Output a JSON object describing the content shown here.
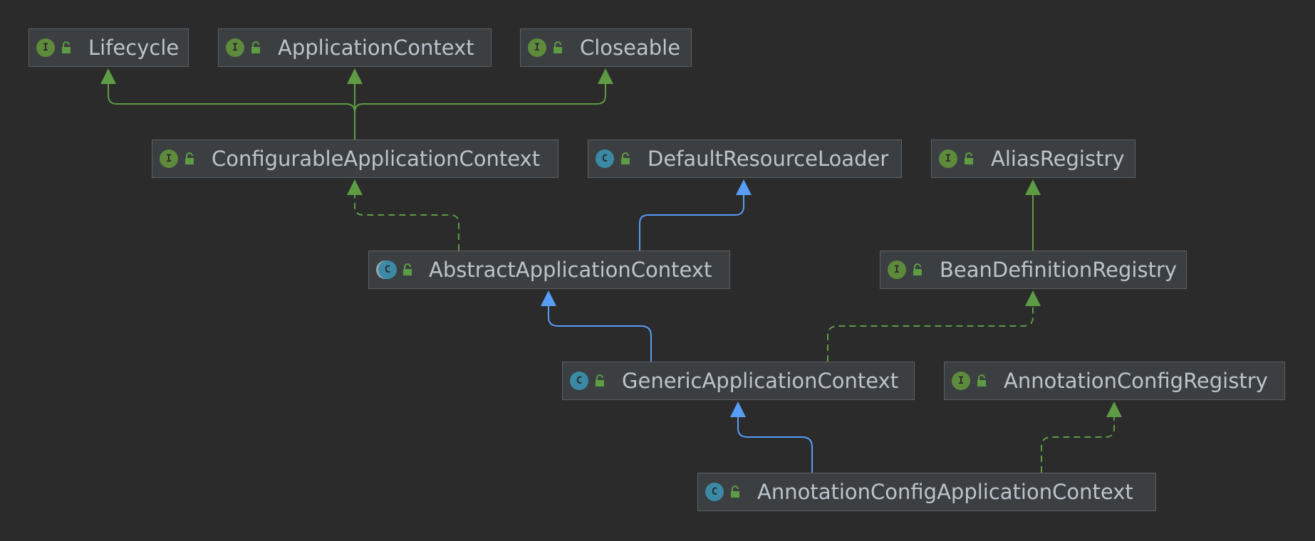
{
  "diagram": {
    "colors": {
      "background": "#2b2b2b",
      "node_fill": "#3c3f41",
      "node_border": "#5d6063",
      "text": "#bbc4cc",
      "interface_badge": "#5e8a3c",
      "class_badge": "#3b8aa5",
      "implements_edge": "#5e9c44",
      "extends_edge": "#589df6"
    },
    "nodes": {
      "lifecycle": {
        "name": "Lifecycle",
        "kind": "interface",
        "badge": "I"
      },
      "application_context": {
        "name": "ApplicationContext",
        "kind": "interface",
        "badge": "I"
      },
      "closeable": {
        "name": "Closeable",
        "kind": "interface",
        "badge": "I"
      },
      "configurable_application_context": {
        "name": "ConfigurableApplicationContext",
        "kind": "interface",
        "badge": "I"
      },
      "default_resource_loader": {
        "name": "DefaultResourceLoader",
        "kind": "class",
        "badge": "C"
      },
      "alias_registry": {
        "name": "AliasRegistry",
        "kind": "interface",
        "badge": "I"
      },
      "abstract_application_context": {
        "name": "AbstractApplicationContext",
        "kind": "abstract-class",
        "badge": "C"
      },
      "bean_definition_registry": {
        "name": "BeanDefinitionRegistry",
        "kind": "interface",
        "badge": "I"
      },
      "generic_application_context": {
        "name": "GenericApplicationContext",
        "kind": "class",
        "badge": "C"
      },
      "annotation_config_registry": {
        "name": "AnnotationConfigRegistry",
        "kind": "interface",
        "badge": "I"
      },
      "annotation_config_application_context": {
        "name": "AnnotationConfigApplicationContext",
        "kind": "class",
        "badge": "C"
      }
    },
    "edges": [
      {
        "from": "ConfigurableApplicationContext",
        "to": "Lifecycle",
        "type": "extends-interface"
      },
      {
        "from": "ConfigurableApplicationContext",
        "to": "ApplicationContext",
        "type": "extends-interface"
      },
      {
        "from": "ConfigurableApplicationContext",
        "to": "Closeable",
        "type": "extends-interface"
      },
      {
        "from": "AbstractApplicationContext",
        "to": "ConfigurableApplicationContext",
        "type": "implements"
      },
      {
        "from": "AbstractApplicationContext",
        "to": "DefaultResourceLoader",
        "type": "extends-class"
      },
      {
        "from": "BeanDefinitionRegistry",
        "to": "AliasRegistry",
        "type": "extends-interface"
      },
      {
        "from": "GenericApplicationContext",
        "to": "AbstractApplicationContext",
        "type": "extends-class"
      },
      {
        "from": "GenericApplicationContext",
        "to": "BeanDefinitionRegistry",
        "type": "implements"
      },
      {
        "from": "AnnotationConfigApplicationContext",
        "to": "GenericApplicationContext",
        "type": "extends-class"
      },
      {
        "from": "AnnotationConfigApplicationContext",
        "to": "AnnotationConfigRegistry",
        "type": "implements"
      }
    ]
  }
}
